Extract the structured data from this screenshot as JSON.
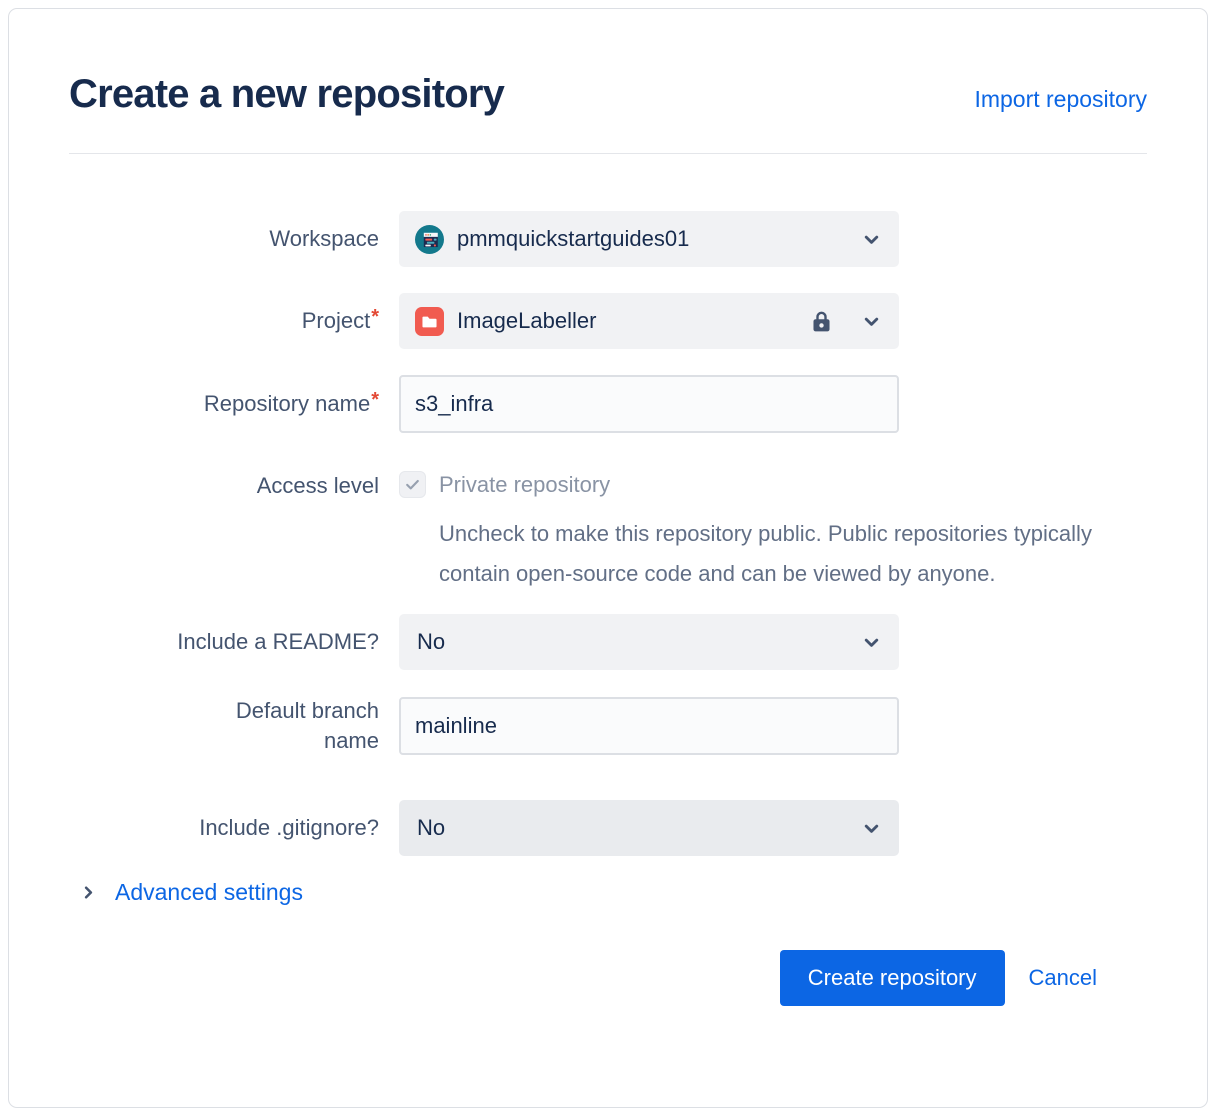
{
  "card": {
    "title": "Create a new repository",
    "import_link": "Import repository"
  },
  "form": {
    "workspace": {
      "label": "Workspace",
      "value": "pmmquickstartguides01",
      "avatar_icon": "workspace-avatar-teal-browser-illustration"
    },
    "project": {
      "label": "Project",
      "required_mark": "*",
      "value": "ImageLabeller",
      "icon": "red-folder-project-icon",
      "lock_icon": "lock-icon"
    },
    "repository_name": {
      "label": "Repository name",
      "required_mark": "*",
      "value": "s3_infra"
    },
    "access_level": {
      "label": "Access level",
      "checkbox_label": "Private repository",
      "checkbox_checked": true,
      "checkbox_disabled": true,
      "help_text": "Uncheck to make this repository public. Public repositories typically contain open-source code and can be viewed by anyone."
    },
    "include_readme": {
      "label": "Include a README?",
      "value": "No"
    },
    "default_branch": {
      "label": "Default branch name",
      "value": "mainline"
    },
    "include_gitignore": {
      "label": "Include .gitignore?",
      "value": "No"
    },
    "advanced_settings": {
      "label": "Advanced settings"
    }
  },
  "actions": {
    "create_label": "Create repository",
    "cancel_label": "Cancel"
  },
  "colors": {
    "title_text": "#172B4D",
    "label_text": "#44546F",
    "value_text": "#172B4D",
    "link_blue": "#0C66E4",
    "field_bg": "#F1F2F4",
    "field_bg_alt": "#E9EBEE",
    "input_bg": "#FAFBFC",
    "input_border": "#DCDFE4",
    "primary_btn_bg": "#0C66E4",
    "primary_btn_text": "#FFFFFF",
    "asterisk": "#E34935",
    "disabled_text": "#8993A4",
    "help_text": "#626F86",
    "icon_slate": "#44546F",
    "card_border": "#DCDFE4",
    "project_icon_bg": "#F15B50",
    "avatar_teal": "#13798C"
  }
}
